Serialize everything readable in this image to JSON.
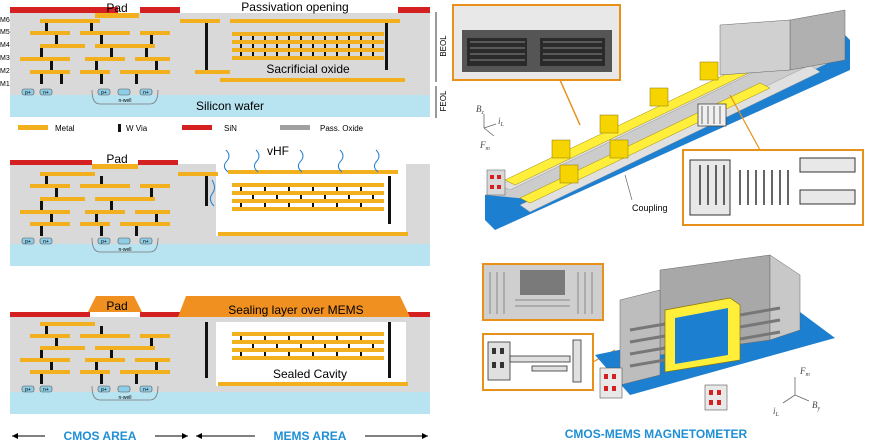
{
  "colors": {
    "metal": "#f2b01e",
    "via": "#111111",
    "sin": "#d42020",
    "pass_oxide": "#a0a0a0",
    "silicon": "#b8e4f2",
    "oxide_bg": "#d9d9d9",
    "sealing": "#f09020",
    "substrate_blue": "#1d7fd0",
    "callout_orange": "#e8901a",
    "caption_blue": "#1f8fd6"
  },
  "panel1": {
    "pad": "Pad",
    "passivation_opening": "Passivation opening",
    "sacrificial_oxide": "Sacrificial oxide",
    "silicon_wafer": "Silicon wafer",
    "beol": "BEOL",
    "feol": "FEOL",
    "levels": [
      "M6",
      "M5",
      "M4",
      "M3",
      "M2",
      "M1"
    ],
    "pplus": "p+",
    "nplus": "n+",
    "nwell": "n-well"
  },
  "legend": {
    "metal": "Metal",
    "wvia": "W Via",
    "sin": "SiN",
    "pass_oxide": "Pass. Oxide"
  },
  "panel2": {
    "pad": "Pad",
    "vhf": "vHF",
    "pplus": "p+",
    "nplus": "n+",
    "nwell": "n-well"
  },
  "panel3": {
    "pad": "Pad",
    "sealing_layer": "Sealing layer over MEMS",
    "sealed_cavity": "Sealed Cavity",
    "pplus": "p+",
    "nplus": "n+",
    "nwell": "n-well"
  },
  "bottom": {
    "cmos_area": "CMOS AREA",
    "mems_area": "MEMS AREA",
    "magnetometer": "CMOS-MEMS MAGNETOMETER"
  },
  "right_top": {
    "b_sym": "B",
    "b_sub": "z",
    "i_sym": "i",
    "i_sub": "L",
    "f_sym": "F",
    "f_sub": "m",
    "coupling": "Coupling"
  },
  "right_bottom": {
    "f_sym": "F",
    "f_sub": "m",
    "b_sym": "B",
    "b_sub": "y",
    "i_sym": "i",
    "i_sub": "L"
  }
}
